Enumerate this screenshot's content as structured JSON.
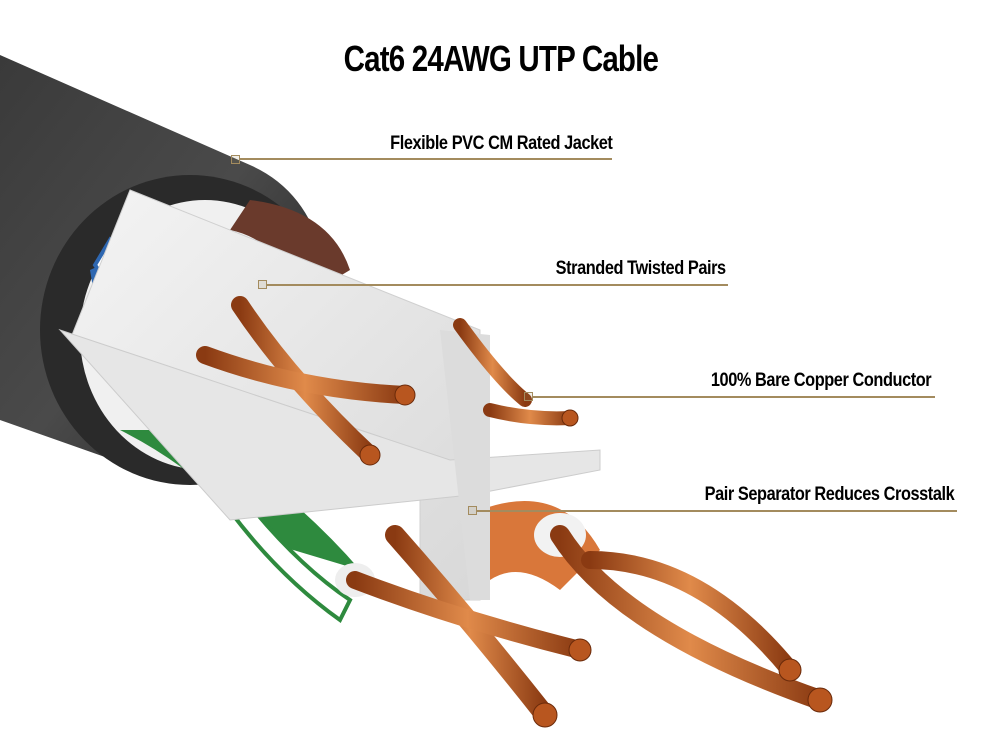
{
  "title": "Cat6 24AWG UTP Cable",
  "colors": {
    "leader_line": "#a38b5e",
    "jacket": "#2e2e2e",
    "copper": "#c8622a",
    "separator": "#e9e9e9",
    "pair_blue": "#2e67b1",
    "pair_green": "#2e8a3e",
    "pair_orange": "#d9773a",
    "pair_brown": "#6a3a2c"
  },
  "callouts": [
    {
      "label": "Flexible PVC CM Rated Jacket",
      "target": "jacket"
    },
    {
      "label": "Stranded Twisted Pairs",
      "target": "blue-pair-insulation"
    },
    {
      "label": "100% Bare Copper Conductor",
      "target": "copper-strands"
    },
    {
      "label": "Pair Separator Reduces Crosstalk",
      "target": "cross-separator"
    }
  ]
}
